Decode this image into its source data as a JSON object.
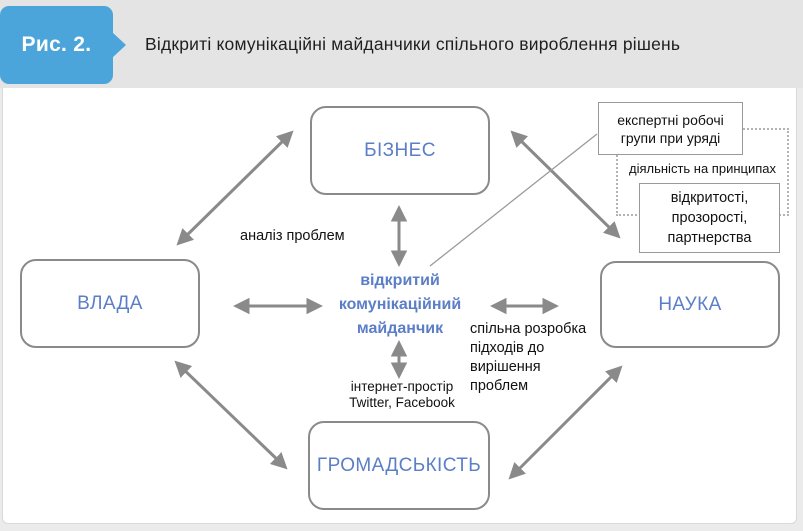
{
  "header": {
    "figure_label": "Рис. 2.",
    "title": "Відкриті комунікаційні майданчики спільного вироблення рішень"
  },
  "diagram": {
    "nodes": {
      "government": "ВЛАДА",
      "business": "БІЗНЕС",
      "science": "НАУКА",
      "public": "ГРОМАДСЬКІСТЬ"
    },
    "center_label": "відкритий\nкомунікаційний\nмайданчик",
    "labels": {
      "analysis": "аналіз проблем",
      "joint_development": "спільна розробка\nпідходів до\nвирішення\nпроблем",
      "internet_space": "інтернет-простір\nTwitter, Facebook",
      "principles_caption": "діяльність на принципах"
    },
    "callouts": {
      "expert_groups": "експертні робочі\nгрупи при уряді",
      "principles": "відкритості,\nпрозорості,\nпартнерства"
    }
  },
  "colors": {
    "badge_blue": "#4BA5DB",
    "node_text_blue": "#5B7EC7",
    "arrow_gray": "#8A8A8A",
    "header_bg": "#E4E4E4",
    "card_bg": "#FFFFFF"
  }
}
